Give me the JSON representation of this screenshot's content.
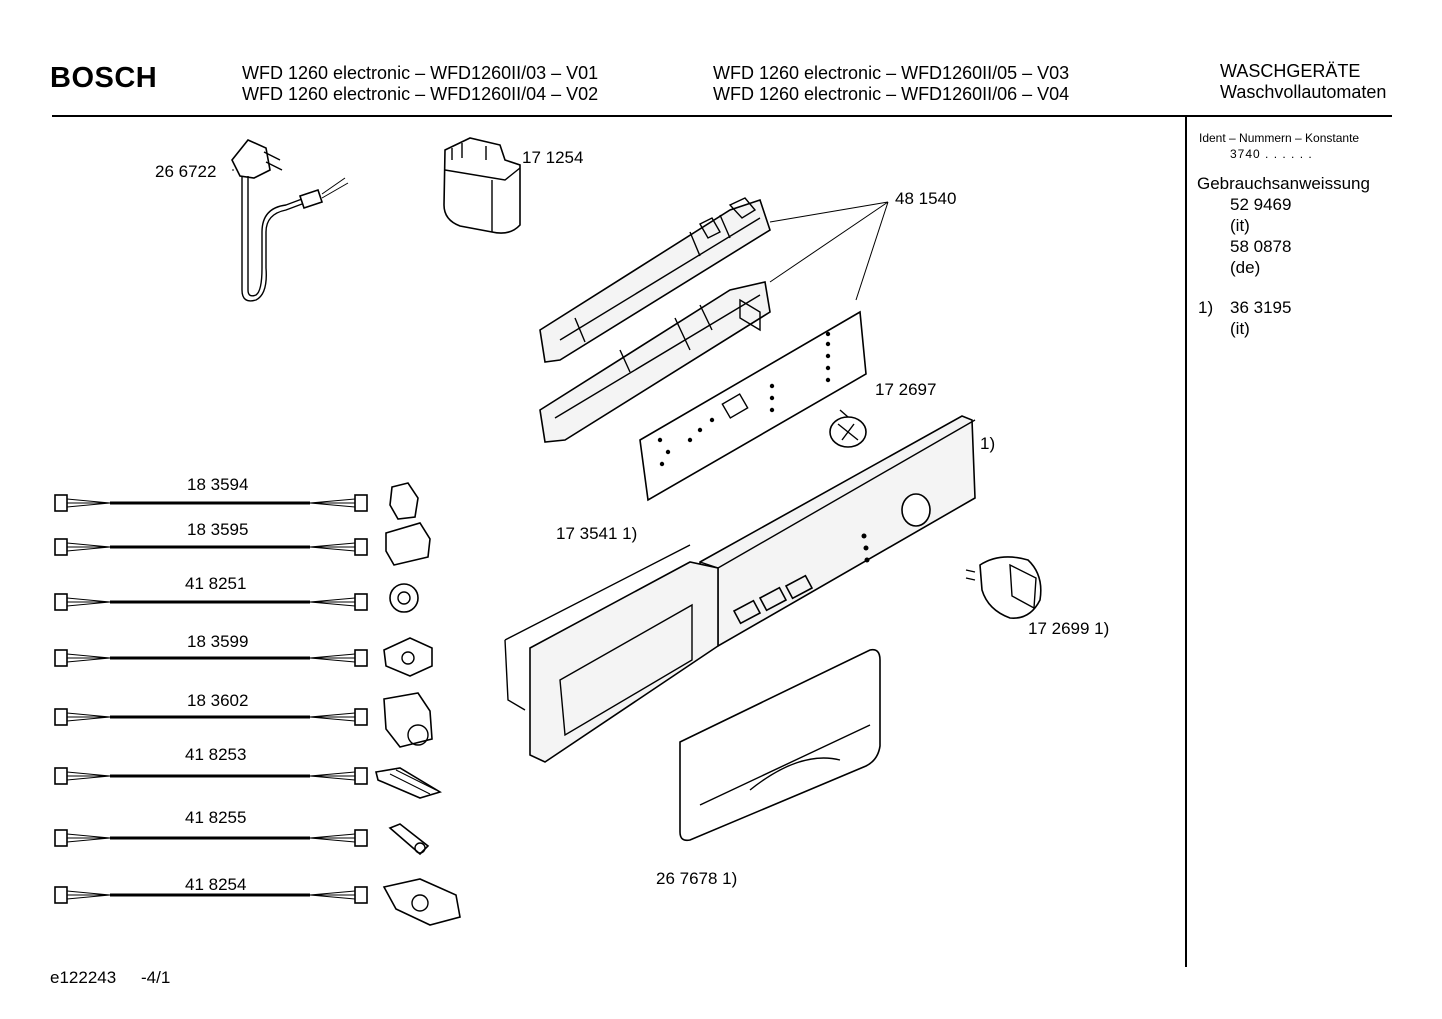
{
  "header": {
    "brand": "BOSCH",
    "models_left": [
      "WFD 1260 electronic – WFD1260II/03 – V01",
      "WFD 1260 electronic – WFD1260II/04 – V02"
    ],
    "models_right": [
      "WFD 1260 electronic – WFD1260II/05 – V03",
      "WFD 1260 electronic – WFD1260II/06 – V04"
    ],
    "category": [
      "WASCHGERÄTE",
      "Waschvollautomaten"
    ]
  },
  "sidebar": {
    "ident_label": "Ident – Nummern – Konstante",
    "ident_value": "3740 . . . . . .",
    "manual_label": "Gebrauchsanweissung",
    "manual_entries": [
      "52 9469",
      "(it)",
      "58 0878",
      "(de)"
    ],
    "footnote_marker": "1)",
    "footnote_entries": [
      "36 3195",
      "(it)"
    ]
  },
  "parts": {
    "power_cord": "26 6722",
    "filter": "17 1254",
    "control_module": "48 1540",
    "knob_small": "17 2697",
    "panel_note": "1)",
    "seal": "17 3541 1)",
    "knob_large": "17 2699 1)",
    "drawer_handle": "26 7678 1)"
  },
  "harnesses": [
    {
      "label": "18 3594",
      "icon": "connector-icon"
    },
    {
      "label": "18 3595",
      "icon": "connector-icon"
    },
    {
      "label": "41 8251",
      "icon": "pressure-switch-icon"
    },
    {
      "label": "18 3599",
      "icon": "valve-icon"
    },
    {
      "label": "18 3602",
      "icon": "pump-icon"
    },
    {
      "label": "41 8253",
      "icon": "terminal-strip-icon"
    },
    {
      "label": "41 8255",
      "icon": "sensor-icon"
    },
    {
      "label": "41 8254",
      "icon": "motor-icon"
    }
  ],
  "footer": {
    "code": "e122243",
    "page": "-4/1"
  }
}
